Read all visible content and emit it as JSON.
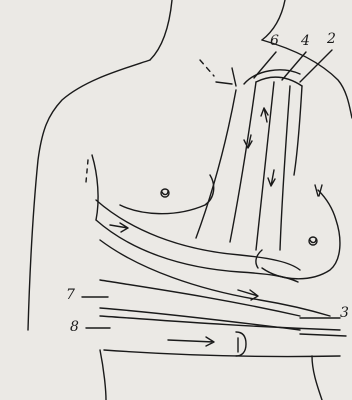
{
  "figure": {
    "description_visible_text_only": true,
    "labels": [
      {
        "id": "label-6",
        "text": "6"
      },
      {
        "id": "label-4",
        "text": "4"
      },
      {
        "id": "label-2",
        "text": "2"
      },
      {
        "id": "label-7",
        "text": "7"
      },
      {
        "id": "label-8",
        "text": "8"
      },
      {
        "id": "label-3",
        "text": "3"
      }
    ],
    "colors": {
      "paper": "#ebe9e5",
      "ink": "#1a1a1a"
    }
  }
}
